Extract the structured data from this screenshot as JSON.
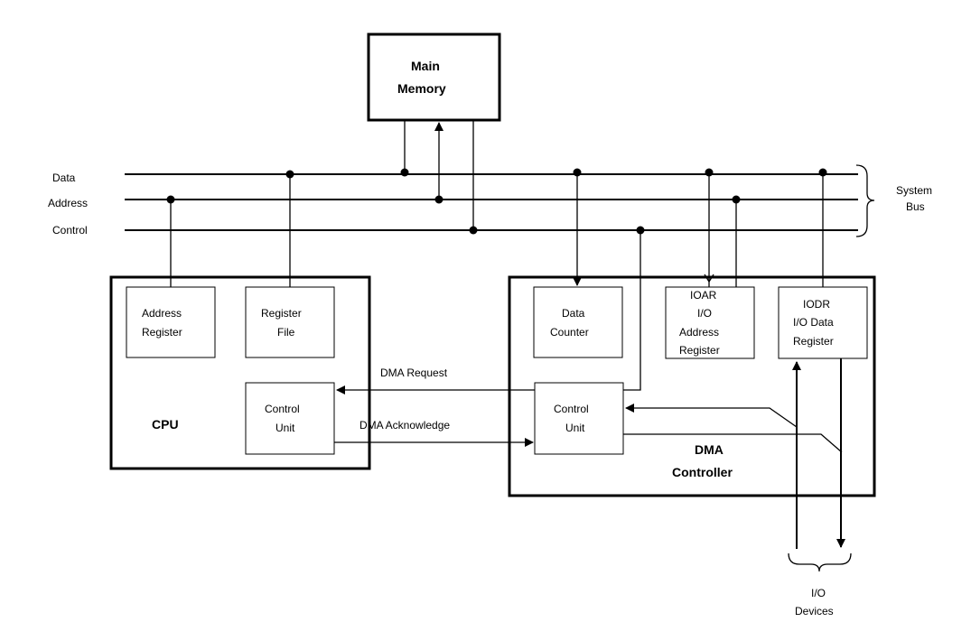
{
  "bus": {
    "data_label": "Data",
    "address_label": "Address",
    "control_label": "Control",
    "system_bus_line1": "System",
    "system_bus_line2": "Bus"
  },
  "main_memory": {
    "line1": "Main",
    "line2": "Memory"
  },
  "cpu": {
    "title": "CPU",
    "address_register": {
      "line1": "Address",
      "line2": "Register"
    },
    "register_file": {
      "line1": "Register",
      "line2": "File"
    },
    "control_unit": {
      "line1": "Control",
      "line2": "Unit"
    }
  },
  "dma": {
    "title_line1": "DMA",
    "title_line2": "Controller",
    "data_counter": {
      "line1": "Data",
      "line2": "Counter"
    },
    "ioar": {
      "line1": "IOAR",
      "line2": "I/O",
      "line3": "Address",
      "line4": "Register"
    },
    "iodr": {
      "line1": "IODR",
      "line2": "I/O Data",
      "line3": "Register"
    },
    "control_unit": {
      "line1": "Control",
      "line2": "Unit"
    }
  },
  "signals": {
    "dma_request": "DMA Request",
    "dma_acknowledge": "DMA Acknowledge"
  },
  "io_devices": {
    "line1": "I/O",
    "line2": "Devices"
  }
}
